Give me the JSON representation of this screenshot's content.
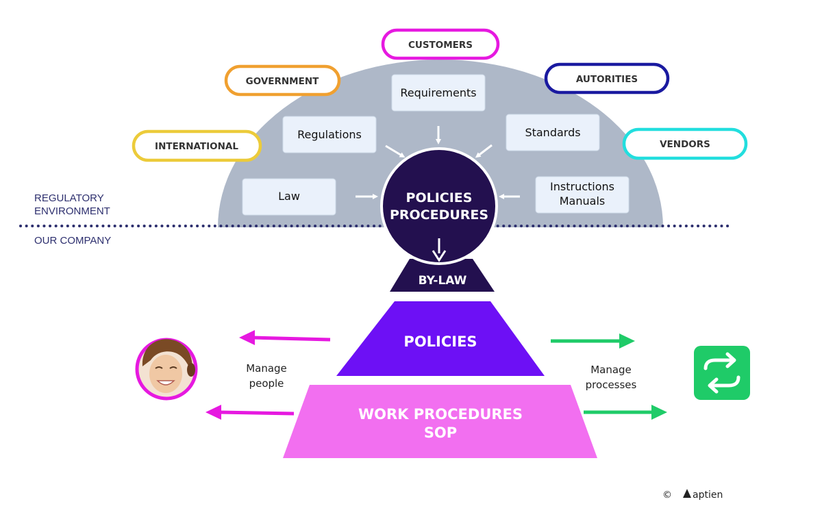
{
  "stakeholders": {
    "customers": "CUSTOMERS",
    "government": "GOVERNMENT",
    "authorities": "AUTORITIES",
    "international": "INTERNATIONAL",
    "vendors": "VENDORS"
  },
  "sources": {
    "requirements": "Requirements",
    "regulations": "Regulations",
    "standards": "Standards",
    "law": "Law",
    "instructions_line1": "Instructions",
    "instructions_line2": "Manuals"
  },
  "center": {
    "line1": "POLICIES",
    "line2": "PROCEDURES"
  },
  "environment": {
    "regulatory_line1": "REGULATORY",
    "regulatory_line2": "ENVIRONMENT",
    "company": "OUR COMPANY"
  },
  "pyramid": {
    "bylaw": "BY-LAW",
    "policies": "POLICIES",
    "work_line1": "WORK PROCEDURES",
    "work_line2": "SOP"
  },
  "manage": {
    "people_line1": "Manage",
    "people_line2": "people",
    "processes_line1": "Manage",
    "processes_line2": "processes"
  },
  "footer": {
    "copyright": "©",
    "brand": "aptien"
  },
  "colors": {
    "dome": "#aeb8c8",
    "center_circle": "#23104f",
    "pyramid_top": "#23104f",
    "pyramid_mid": "#6d10f5",
    "pyramid_bottom": "#f26ff0",
    "arrow_people": "#e619e0",
    "arrow_process": "#1fcb68",
    "pill_customers": "#e619e0",
    "pill_government": "#f0a030",
    "pill_authorities": "#1a1aa0",
    "pill_international": "#eccb3a",
    "pill_vendors": "#22dede"
  }
}
